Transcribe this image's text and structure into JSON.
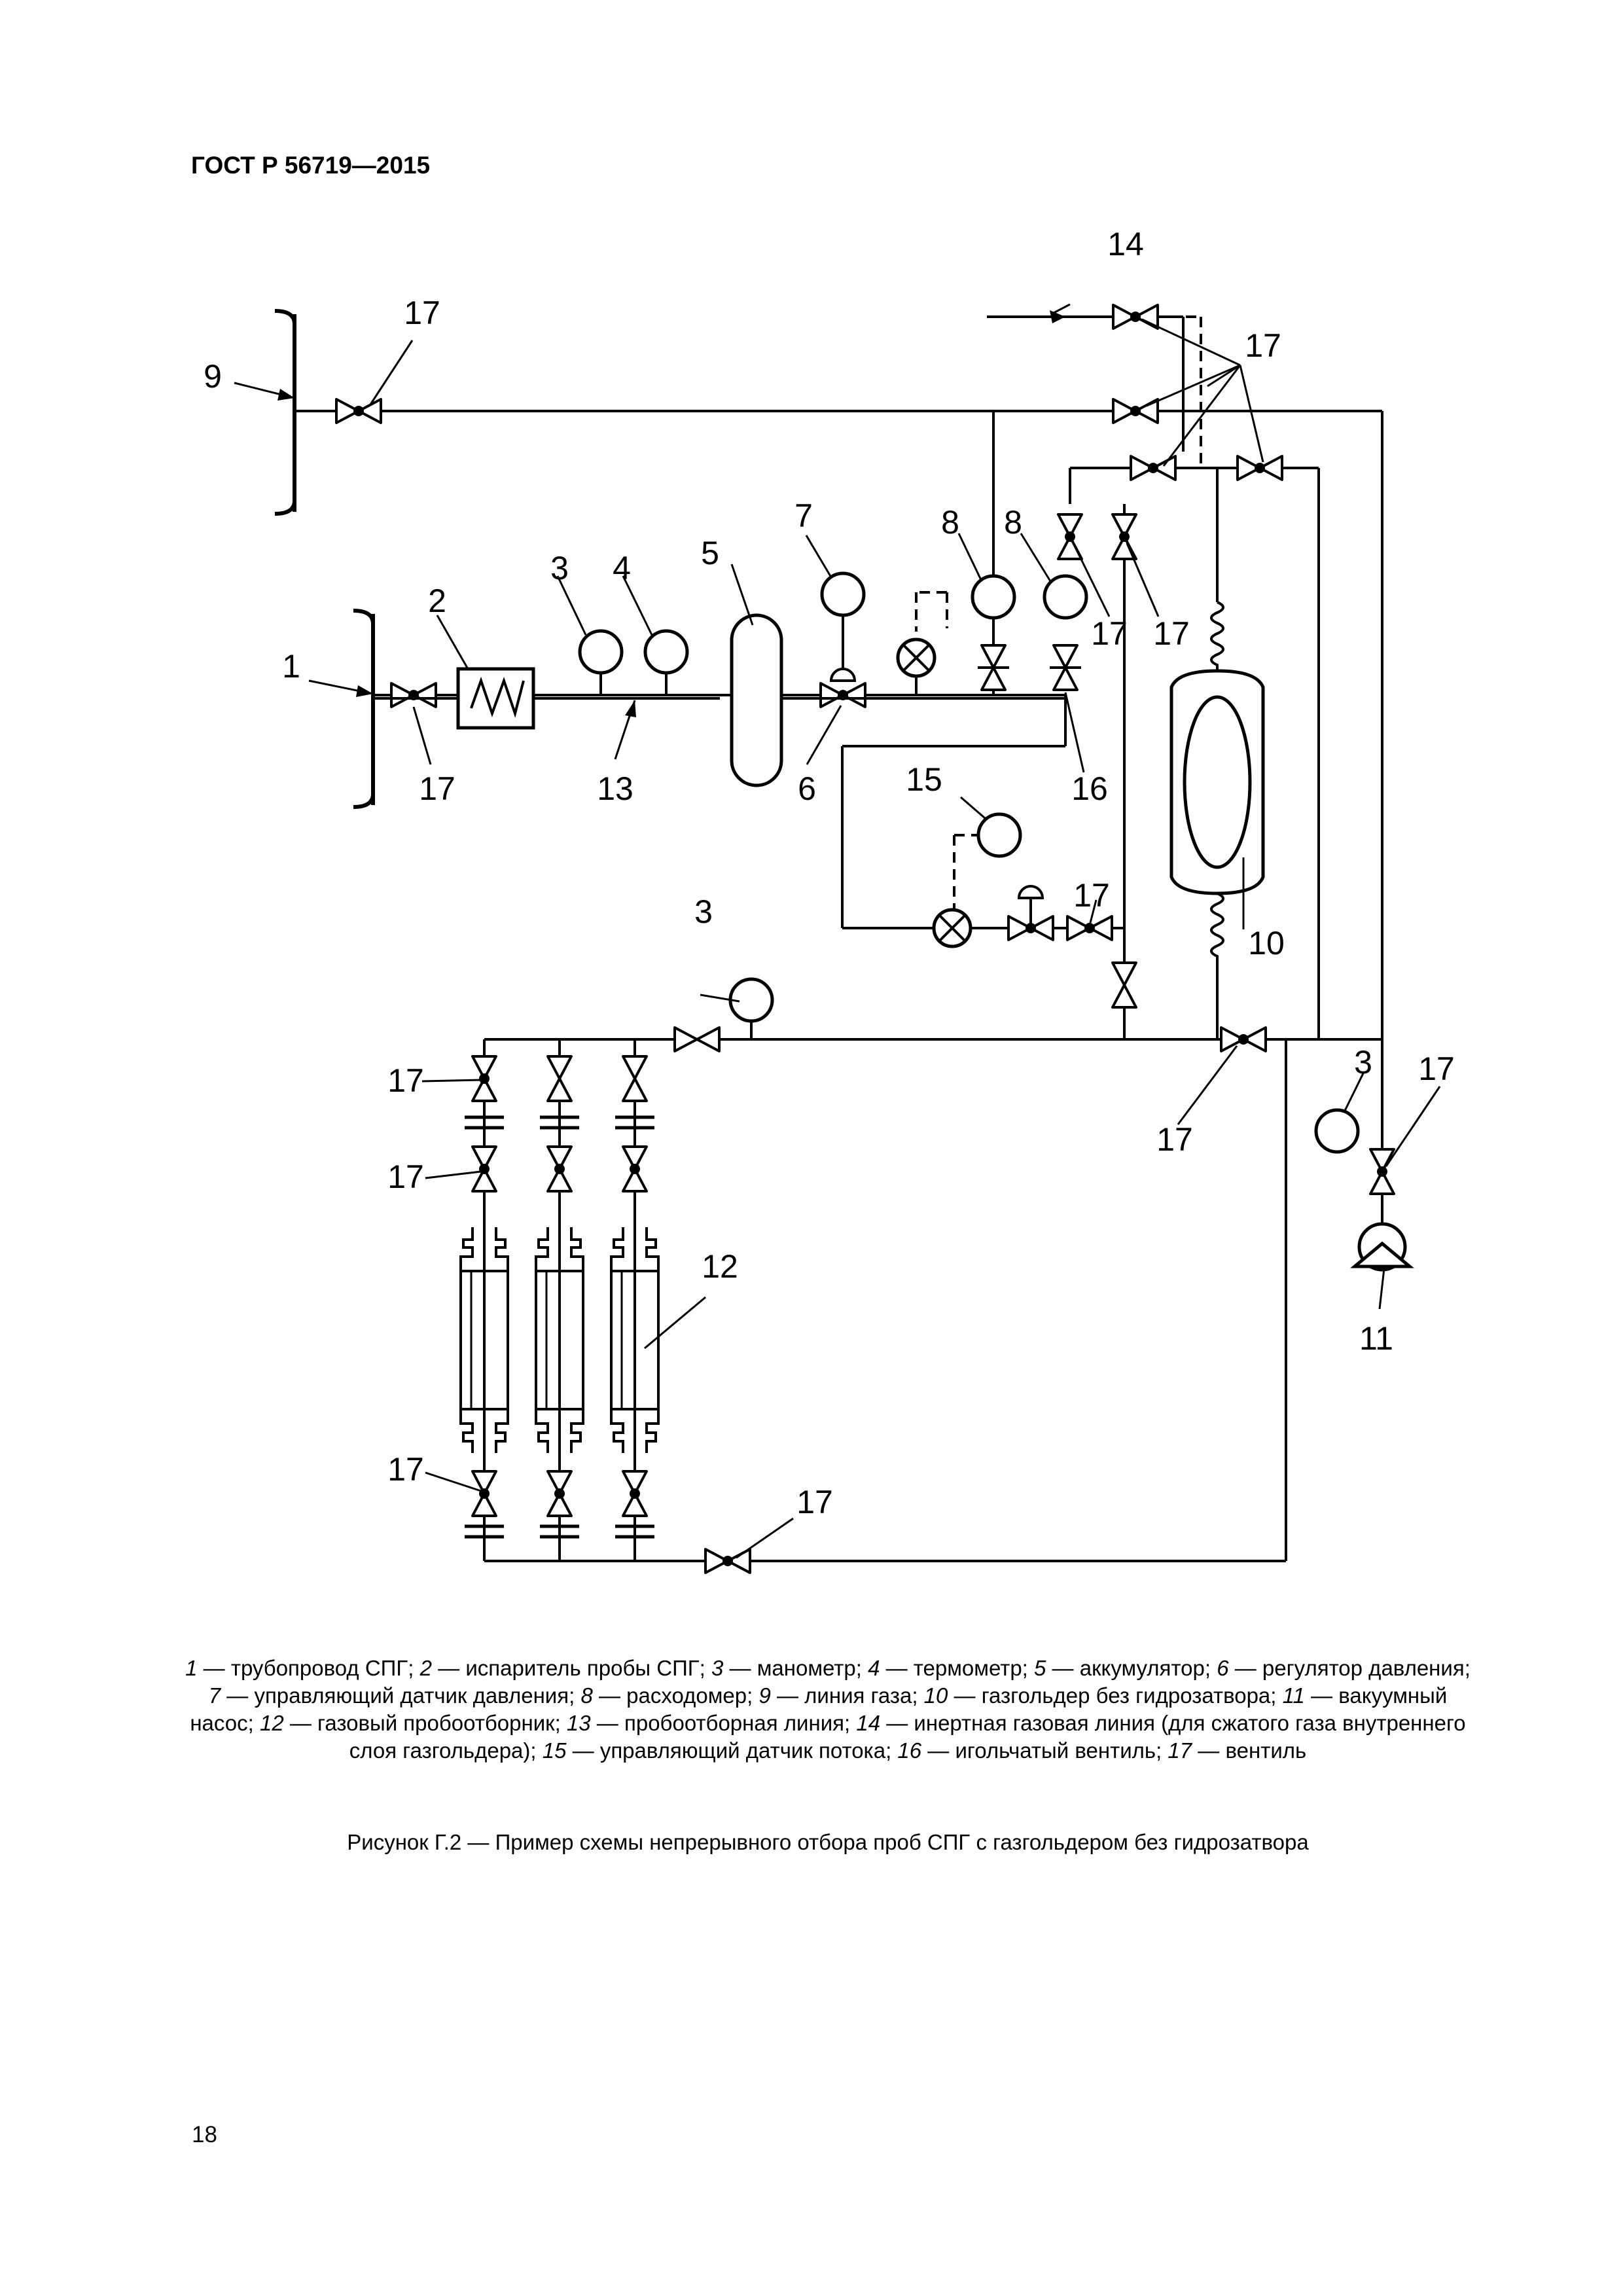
{
  "header": {
    "title": "ГОСТ Р 56719—2015"
  },
  "diagram": {
    "labels": {
      "l1": "1",
      "l2": "2",
      "l3a": "3",
      "l3b": "3",
      "l3c": "3",
      "l4": "4",
      "l5": "5",
      "l6": "6",
      "l7": "7",
      "l8a": "8",
      "l8b": "8",
      "l9": "9",
      "l10": "10",
      "l11": "11",
      "l12": "12",
      "l13": "13",
      "l14": "14",
      "l15": "15",
      "l16": "16",
      "l17a": "17",
      "l17b": "17",
      "l17c": "17",
      "l17d": "17",
      "l17e": "17",
      "l17f": "17",
      "l17g": "17",
      "l17h": "17",
      "l17i": "17",
      "l17j": "17",
      "l17k": "17",
      "l17l": "17"
    }
  },
  "legend": [
    {
      "num": "1",
      "text": "трубопровод СПГ;"
    },
    {
      "num": "2",
      "text": "испаритель пробы СПГ;"
    },
    {
      "num": "3",
      "text": "манометр;"
    },
    {
      "num": "4",
      "text": "термометр;"
    },
    {
      "num": "5",
      "text": "аккумулятор;"
    },
    {
      "num": "6",
      "text": "регулятор давления;"
    },
    {
      "num": "7",
      "text": "управляющий датчик давления;"
    },
    {
      "num": "8",
      "text": "расходомер;"
    },
    {
      "num": "9",
      "text": "линия газа;"
    },
    {
      "num": "10",
      "text": "газгольдер без гидрозатвора;"
    },
    {
      "num": "11",
      "text": "вакуумный насос;"
    },
    {
      "num": "12",
      "text": "газовый пробоотборник;"
    },
    {
      "num": "13",
      "text": "пробоотборная линия;"
    },
    {
      "num": "14",
      "text": "инертная газовая линия (для сжатого газа внутреннего слоя газгольдера);"
    },
    {
      "num": "15",
      "text": "управляющий датчик потока;"
    },
    {
      "num": "16",
      "text": "игольчатый вентиль;"
    },
    {
      "num": "17",
      "text": "вентиль"
    }
  ],
  "caption": "Рисунок Г.2 — Пример схемы непрерывного отбора проб СПГ с газгольдером без гидрозатвора",
  "page_number": "18"
}
